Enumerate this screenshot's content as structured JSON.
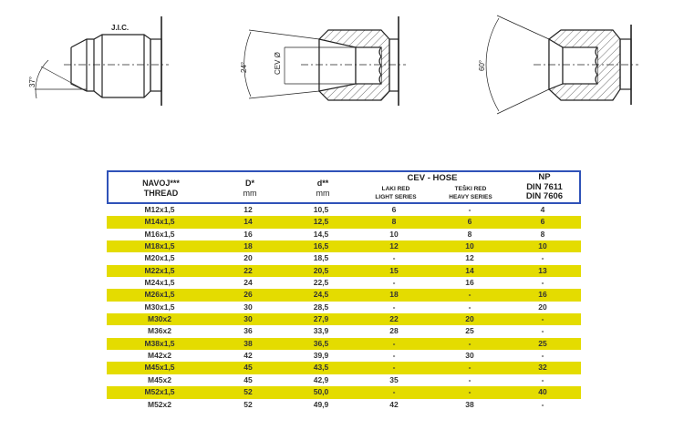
{
  "drawings": {
    "jic": {
      "title": "J.I.C.",
      "angle": "37°"
    },
    "cone24": {
      "angle": "24°",
      "hose_label": "CEV Ø"
    },
    "cone60": {
      "angle": "60°"
    }
  },
  "table": {
    "headers": {
      "thread": [
        "NAVOJ***",
        "THREAD"
      ],
      "D": [
        "D*",
        "mm"
      ],
      "d": [
        "d**",
        "mm"
      ],
      "hose": "CEV - HOSE",
      "light": [
        "LAKI RED",
        "LIGHT SERIES"
      ],
      "heavy": [
        "TEŠKI RED",
        "HEAVY SERIES"
      ],
      "np": [
        "NP",
        "DIN 7611",
        "DIN 7606"
      ]
    },
    "highlight_color": "#e4dc00",
    "border_color": "#2f52b8",
    "rows": [
      [
        "M12x1,5",
        "12",
        "10,5",
        "6",
        "-",
        "4"
      ],
      [
        "M14x1,5",
        "14",
        "12,5",
        "8",
        "6",
        "6"
      ],
      [
        "M16x1,5",
        "16",
        "14,5",
        "10",
        "8",
        "8"
      ],
      [
        "M18x1,5",
        "18",
        "16,5",
        "12",
        "10",
        "10"
      ],
      [
        "M20x1,5",
        "20",
        "18,5",
        "-",
        "12",
        "-"
      ],
      [
        "M22x1,5",
        "22",
        "20,5",
        "15",
        "14",
        "13"
      ],
      [
        "M24x1,5",
        "24",
        "22,5",
        "-",
        "16",
        "-"
      ],
      [
        "M26x1,5",
        "26",
        "24,5",
        "18",
        "-",
        "16"
      ],
      [
        "M30x1,5",
        "30",
        "28,5",
        "-",
        "-",
        "20"
      ],
      [
        "M30x2",
        "30",
        "27,9",
        "22",
        "20",
        "-"
      ],
      [
        "M36x2",
        "36",
        "33,9",
        "28",
        "25",
        "-"
      ],
      [
        "M38x1,5",
        "38",
        "36,5",
        "-",
        "-",
        "25"
      ],
      [
        "M42x2",
        "42",
        "39,9",
        "-",
        "30",
        "-"
      ],
      [
        "M45x1,5",
        "45",
        "43,5",
        "-",
        "-",
        "32"
      ],
      [
        "M45x2",
        "45",
        "42,9",
        "35",
        "-",
        "-"
      ],
      [
        "M52x1,5",
        "52",
        "50,0",
        "-",
        "-",
        "40"
      ],
      [
        "M52x2",
        "52",
        "49,9",
        "42",
        "38",
        "-"
      ]
    ]
  }
}
